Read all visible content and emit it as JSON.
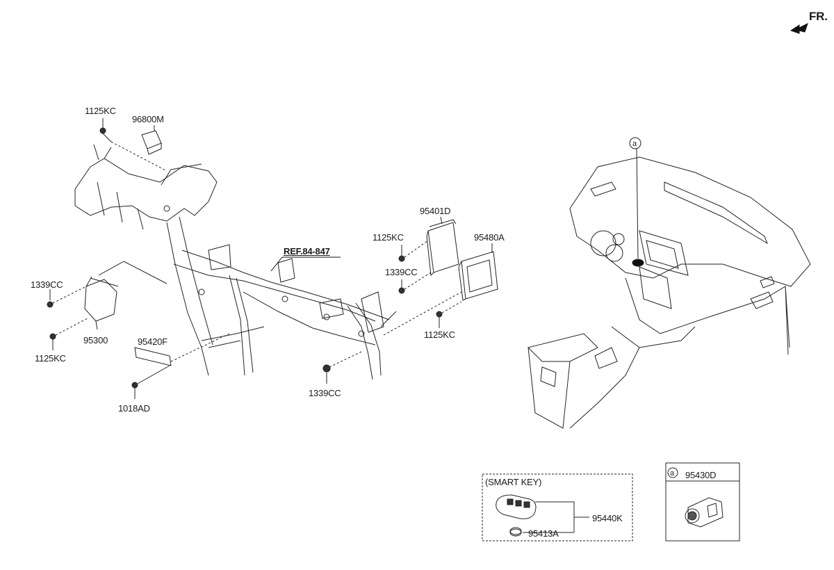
{
  "header": {
    "direction_label": "FR.",
    "direction_icon": "arrow-icon"
  },
  "reference": {
    "text": "REF.84-847"
  },
  "labels": {
    "p1125kc_top": "1125KC",
    "p96800m": "96800M",
    "p1339cc_left": "1339CC",
    "p1125kc_left": "1125KC",
    "p95300": "95300",
    "p95420f": "95420F",
    "p1018ad": "1018AD",
    "p1339cc_bottom": "1339CC",
    "p95401d": "95401D",
    "p1125kc_mid": "1125KC",
    "p1339cc_mid": "1339CC",
    "p95480a": "95480A",
    "p1125kc_right": "1125KC"
  },
  "callout": {
    "marker": "a"
  },
  "smart_key_box": {
    "title": "(SMART KEY)",
    "part_key": "95440K",
    "part_battery": "95413A"
  },
  "module_box": {
    "marker": "a",
    "part": "95430D"
  }
}
